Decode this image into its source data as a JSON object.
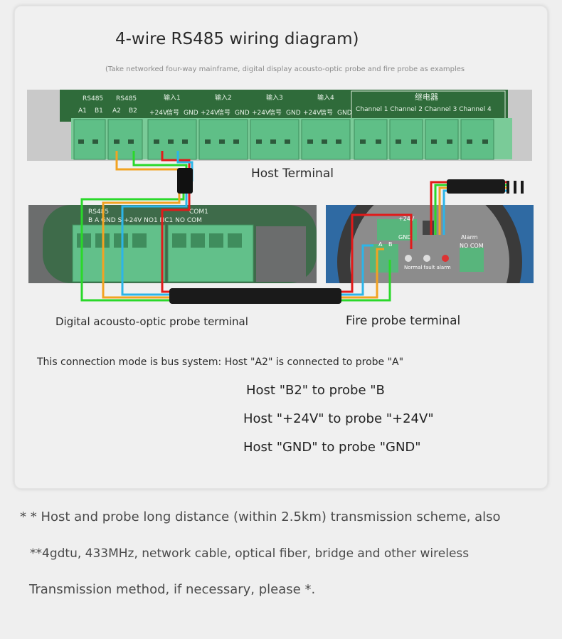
{
  "title": "4-wire RS485 wiring diagram)",
  "subtitle": "(Take networked four-way mainframe, digital display acousto-optic probe and fire probe as examples",
  "host": {
    "label": "Host Terminal",
    "terminal_labels": [
      "RS485",
      "A1",
      "B1",
      "RS485",
      "A2",
      "B2",
      "+24V",
      "输入1",
      "信号",
      "GND",
      "+24V",
      "输入2",
      "信号",
      "GND",
      "+24V",
      "输入3",
      "信号",
      "GND",
      "+24V",
      "输入4",
      "信号",
      "GND"
    ],
    "relay_header": "继电器",
    "relay_channels": "Channel 1 Channel 2 Channel 3 Channel 4"
  },
  "probe1": {
    "label": "Digital acousto-optic probe terminal",
    "terminal_text_rs485": "RS485",
    "terminal_text_row": "B  A  GND  S  +24V NO1   NC1 NO COM",
    "terminal_text_com": "COM1"
  },
  "probe2": {
    "label": "Fire probe terminal",
    "terminal_24v": "+24V",
    "terminal_gnd": "GND",
    "terminal_b": "B",
    "terminal_a": "A",
    "alarm_label": "Alarm",
    "alarm_terminals": "NO COM",
    "indicator_text": "Normal fault alarm"
  },
  "connection_note": "This connection mode is bus system: Host \"A2\" is connected to probe \"A\"",
  "mappings": [
    "Host \"B2\" to probe \"B",
    "Host \"+24V\" to probe \"+24V\"",
    "Host \"GND\" to probe \"GND\""
  ],
  "footnotes": [
    "* * Host and probe long distance (within 2.5km) transmission scheme, also",
    "**4gdtu, 433MHz, network cable, optical fiber, bridge and other wireless",
    "Transmission method, if necessary, please *."
  ],
  "colors": {
    "wire_red": "#e21a1a",
    "wire_green": "#2ad82a",
    "wire_blue": "#2cb5e8",
    "wire_orange": "#f2a322",
    "terminal_green": "#5fbf87",
    "pcb_green": "#2f6b3a"
  }
}
